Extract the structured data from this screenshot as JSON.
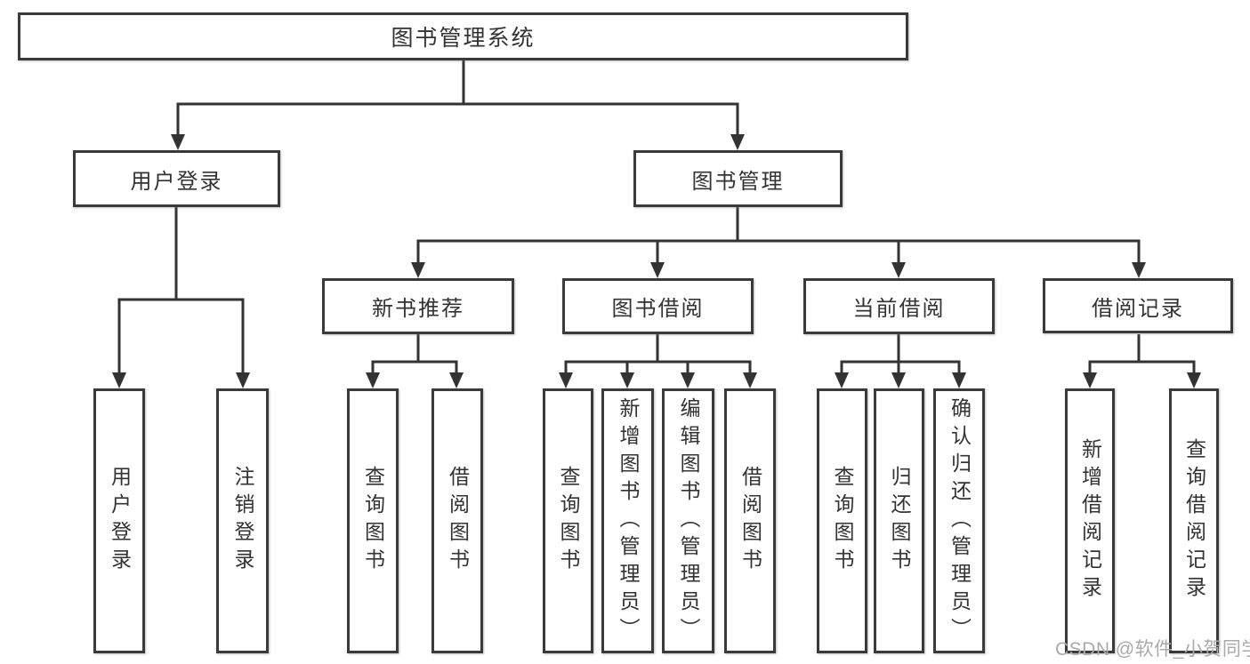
{
  "diagram": {
    "type": "tree",
    "line_color": "#333333",
    "box_border_color": "#3a3a3a",
    "background": "#ffffff",
    "nodes": {
      "root": {
        "label": "图书管理系统"
      },
      "userLogin": {
        "label": "用户登录"
      },
      "bookMgmt": {
        "label": "图书管理"
      },
      "newBookRec": {
        "label": "新书推荐"
      },
      "bookBorrow": {
        "label": "图书借阅"
      },
      "currentBorrow": {
        "label": "当前借阅"
      },
      "borrowRecord": {
        "label": "借阅记录"
      },
      "leafUserLogin": {
        "label": "用户登录"
      },
      "leafLogout": {
        "label": "注销登录"
      },
      "leafQueryBook1": {
        "label": "查询图书"
      },
      "leafBorrowBook1": {
        "label": "借阅图书"
      },
      "leafQueryBook2": {
        "label": "查询图书"
      },
      "leafAddBook": {
        "label": "新增图书（管理员）"
      },
      "leafEditBook": {
        "label": "编辑图书（管理员）"
      },
      "leafBorrowBook2": {
        "label": "借阅图书"
      },
      "leafQueryBook3": {
        "label": "查询图书"
      },
      "leafReturnBook": {
        "label": "归还图书"
      },
      "leafConfirmReturn": {
        "label": "确认归还（管理员）"
      },
      "leafAddRecord": {
        "label": "新增借阅记录"
      },
      "leafQueryRecord": {
        "label": "查询借阅记录"
      }
    },
    "hierarchy": {
      "root": [
        "userLogin",
        "bookMgmt"
      ],
      "userLogin": [
        "leafUserLogin",
        "leafLogout"
      ],
      "bookMgmt": [
        "newBookRec",
        "bookBorrow",
        "currentBorrow",
        "borrowRecord"
      ],
      "newBookRec": [
        "leafQueryBook1",
        "leafBorrowBook1"
      ],
      "bookBorrow": [
        "leafQueryBook2",
        "leafAddBook",
        "leafEditBook",
        "leafBorrowBook2"
      ],
      "currentBorrow": [
        "leafQueryBook3",
        "leafReturnBook",
        "leafConfirmReturn"
      ],
      "borrowRecord": [
        "leafAddRecord",
        "leafQueryRecord"
      ]
    }
  },
  "watermark": {
    "text": "CSDN @软件_小贺同学",
    "color": "#aaaaaa"
  }
}
